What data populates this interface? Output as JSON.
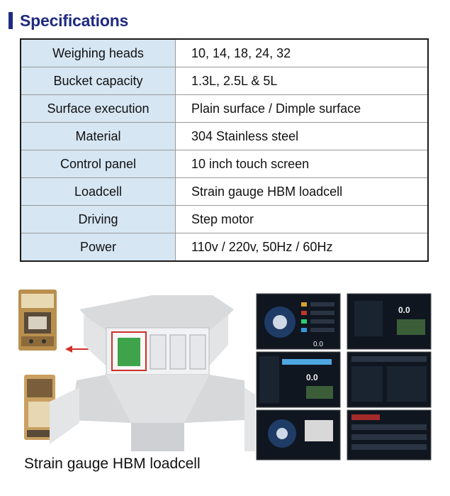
{
  "section": {
    "title": "Specifications"
  },
  "specs": [
    {
      "label": "Weighing heads",
      "value": "10, 14, 18, 24, 32"
    },
    {
      "label": "Bucket capacity",
      "value": "1.3L, 2.5L & 5L"
    },
    {
      "label": "Surface execution",
      "value": "Plain surface / Dimple surface"
    },
    {
      "label": "Material",
      "value": "304 Stainless steel"
    },
    {
      "label": "Control panel",
      "value": "10 inch touch screen"
    },
    {
      "label": "Loadcell",
      "value": "Strain gauge HBM loadcell"
    },
    {
      "label": "Driving",
      "value": "Step motor"
    },
    {
      "label": "Power",
      "value": "110v / 220v, 50Hz / 60Hz"
    }
  ],
  "caption": "Strain gauge HBM loadcell",
  "colors": {
    "title": "#1f2a80",
    "label_bg": "#d6e6f3",
    "arrow": "#d0302a",
    "screen_accent": "#4fa6e0"
  },
  "screens": [
    {
      "readout": "0.0"
    },
    {
      "readout": "0.0"
    },
    {
      "readout": "0.0"
    },
    {
      "readout": ""
    },
    {
      "readout": ""
    },
    {
      "readout": ""
    }
  ]
}
